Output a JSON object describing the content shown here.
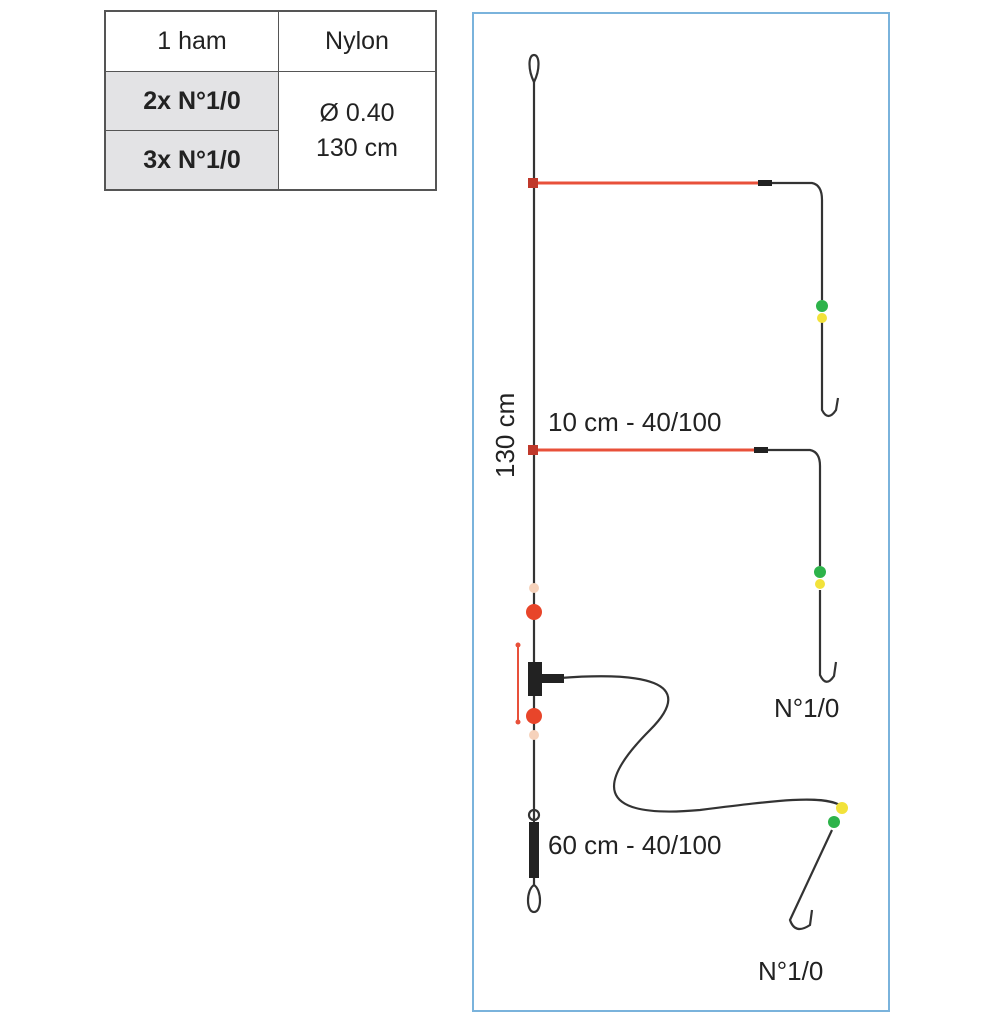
{
  "table": {
    "headers": [
      "1 ham",
      "Nylon"
    ],
    "rows": [
      "2x N°1/0",
      "3x N°1/0"
    ],
    "spec_diameter": "Ø 0.40",
    "spec_length": "130 cm"
  },
  "diagram": {
    "main_length_label": "130 cm",
    "branch_label": "10 cm - 40/100",
    "lower_label": "60 cm - 40/100",
    "hook_label_1": "N°1/0",
    "hook_label_2": "N°1/0",
    "colors": {
      "frame": "#7ab3dc",
      "branch": "#e8503a",
      "bead_green": "#2db34a",
      "bead_yellow": "#f2e23a"
    }
  }
}
